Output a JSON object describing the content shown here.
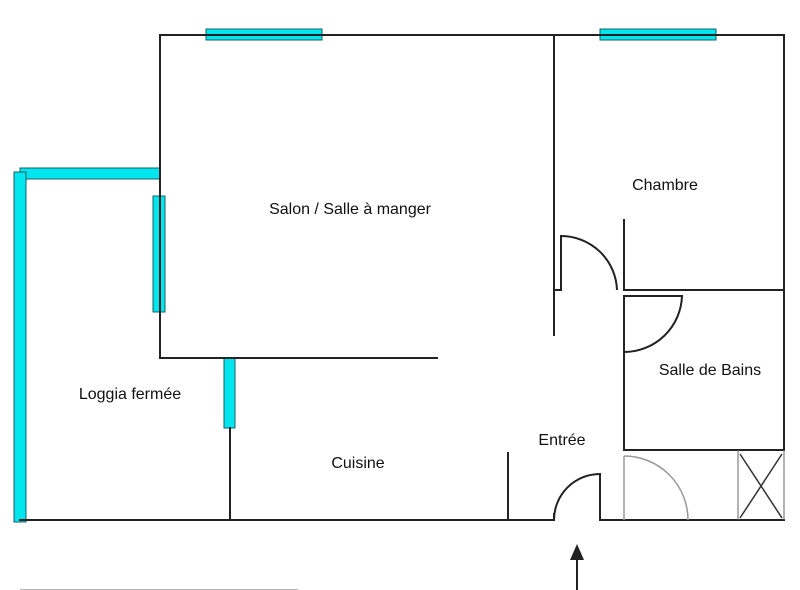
{
  "rooms": {
    "salon": "Salon / Salle à manger",
    "chambre": "Chambre",
    "loggia": "Loggia fermée",
    "salle_de_bains": "Salle de Bains",
    "cuisine": "Cuisine",
    "entree": "Entrée"
  },
  "colors": {
    "window": "#00E5EE",
    "wall": "#222222"
  }
}
